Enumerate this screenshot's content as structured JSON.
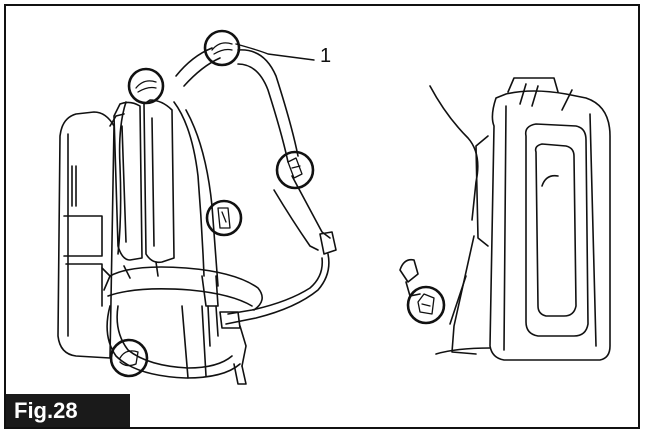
{
  "figure": {
    "label": "Fig.28",
    "callout_number": "1"
  },
  "colors": {
    "ink": "#111111",
    "label_background": "#1a1a1a",
    "label_text": "#ffffff"
  },
  "icons": [
    "backpack-blower-harness-illustration",
    "strap-clip-callout-icon",
    "backpack-side-view-illustration"
  ]
}
